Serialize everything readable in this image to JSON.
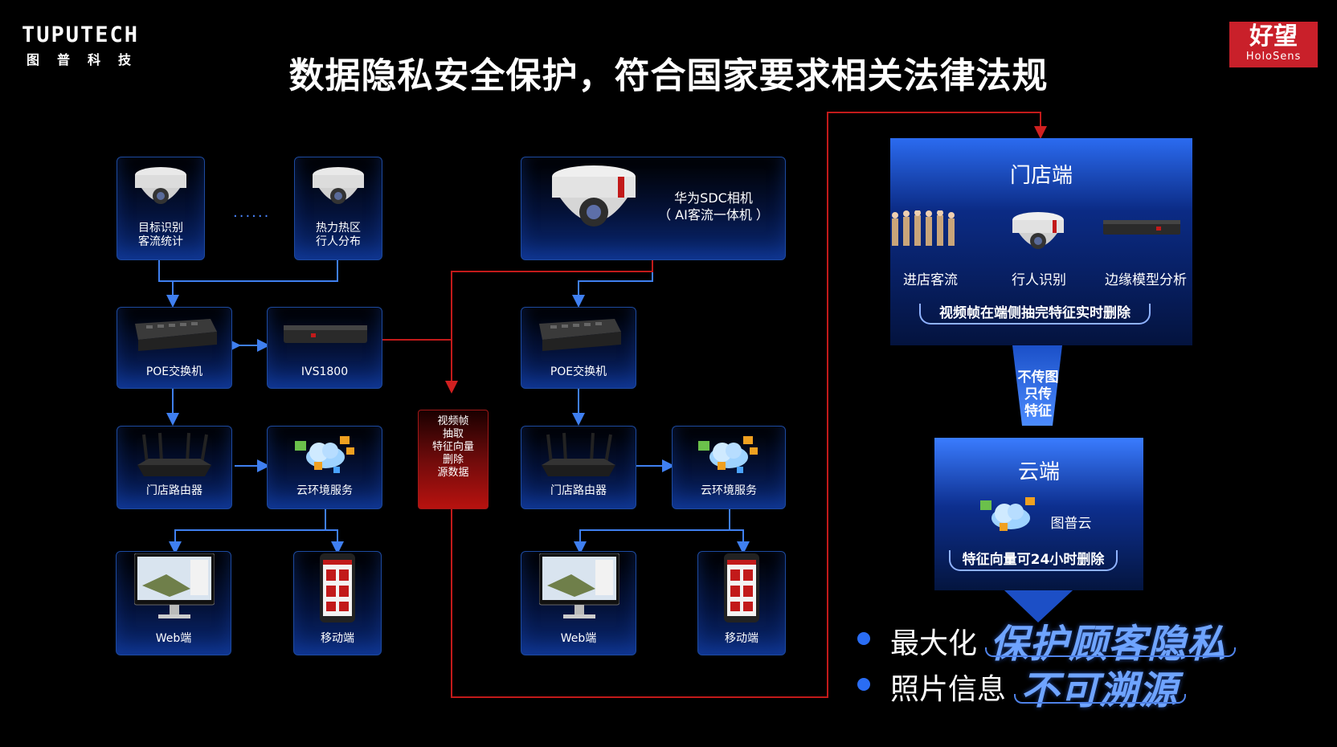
{
  "header": {
    "logo_en": "TUPUTECH",
    "logo_cn": "图普科技",
    "title": "数据隐私安全保护，符合国家要求相关法律法规",
    "brand_cn": "好望",
    "brand_en": "HoloSens",
    "brand_color": "#c9202a"
  },
  "left_diagram": {
    "camera1": "目标识别\n客流统计",
    "dots": "......",
    "camera2": "热力热区\n行人分布",
    "poe": "POE交换机",
    "ivs": "IVS1800",
    "router": "门店路由器",
    "cloud": "云环境服务",
    "web": "Web端",
    "mobile": "移动端"
  },
  "middle": {
    "process": "视频帧\n抽取\n特征向量\n删除\n源数据",
    "accent_color": "#c21a1a"
  },
  "right_diagram": {
    "sdc_camera": "华为SDC相机\n（ AI客流一体机 ）",
    "poe": "POE交换机",
    "router": "门店路由器",
    "cloud": "云环境服务",
    "web": "Web端",
    "mobile": "移动端"
  },
  "store_panel": {
    "title": "门店端",
    "item1": "进店客流",
    "item2": "行人识别",
    "item3": "边缘模型分析",
    "note": "视频帧在端侧抽完特征实时删除"
  },
  "transfer": "不传图\n只传\n特征",
  "cloud_panel": {
    "title": "云端",
    "cloud_name": "图普云",
    "note": "特征向量可24小时删除"
  },
  "bullets": [
    {
      "lead": "最大化",
      "highlight": "保护顾客隐私"
    },
    {
      "lead": "照片信息",
      "highlight": "不可溯源"
    }
  ]
}
